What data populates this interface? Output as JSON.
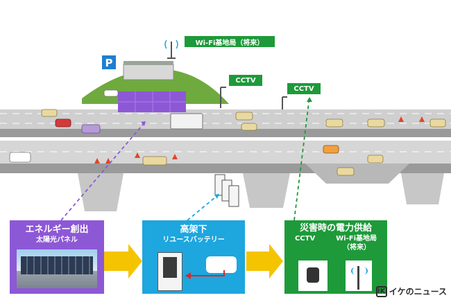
{
  "labels": {
    "wifi_station": "Wi-Fi基地局（将来）",
    "cctv_left": "CCTV",
    "cctv_right": "CCTV",
    "parking": "P"
  },
  "boxes": {
    "energy": {
      "title": "エネルギー創出",
      "subtitle": "太陽光パネル",
      "color": "#8d58d6"
    },
    "battery": {
      "title": "高架下",
      "subtitle": "リユースバッテリー",
      "color": "#1ea6de"
    },
    "disaster": {
      "title": "災害時の電力供給",
      "col1": "CCTV",
      "col2": "Wi-Fi基地局",
      "col2_sub": "（将来）",
      "color": "#1e9a3a"
    }
  },
  "brand": {
    "name": "イケのニュース",
    "logo": "IK"
  },
  "colors": {
    "arrow_yellow": "#f5c400",
    "dashed_purple": "#8d58d6",
    "dashed_blue": "#1ea6de",
    "dashed_green": "#1e9a3a"
  }
}
